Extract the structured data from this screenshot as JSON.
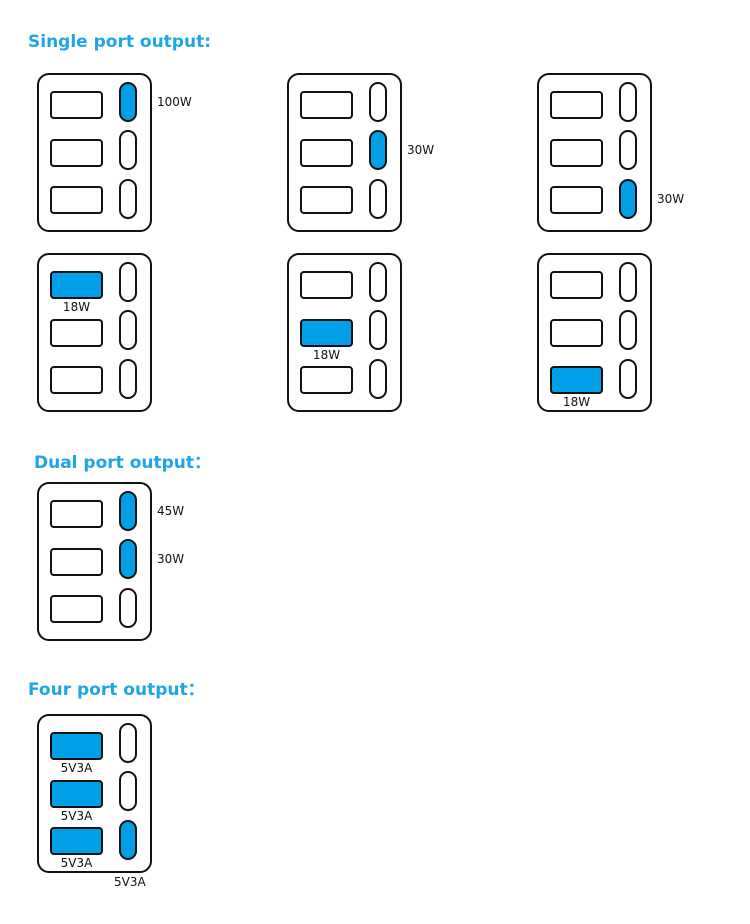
{
  "accent_color": "#009FE8",
  "heading_color": "#1EA5E6",
  "sections": [
    {
      "heading": "Single port output:",
      "chargers": [
        {
          "active": [
            "c1"
          ],
          "labels": [
            {
              "text": "100W",
              "anchor": "c1",
              "placement": "right"
            }
          ]
        },
        {
          "active": [
            "c2"
          ],
          "labels": [
            {
              "text": "30W",
              "anchor": "c2",
              "placement": "right"
            }
          ]
        },
        {
          "active": [
            "c3"
          ],
          "labels": [
            {
              "text": "30W",
              "anchor": "c3",
              "placement": "right"
            }
          ]
        },
        {
          "active": [
            "a1"
          ],
          "labels": [
            {
              "text": "18W",
              "anchor": "a1",
              "placement": "below"
            }
          ]
        },
        {
          "active": [
            "a2"
          ],
          "labels": [
            {
              "text": "18W",
              "anchor": "a2",
              "placement": "below"
            }
          ]
        },
        {
          "active": [
            "a3"
          ],
          "labels": [
            {
              "text": "18W",
              "anchor": "a3",
              "placement": "below"
            }
          ]
        }
      ]
    },
    {
      "heading": "Dual port output：",
      "chargers": [
        {
          "active": [
            "c1",
            "c2"
          ],
          "labels": [
            {
              "text": "45W",
              "anchor": "c1",
              "placement": "right"
            },
            {
              "text": "30W",
              "anchor": "c2",
              "placement": "right"
            }
          ]
        }
      ]
    },
    {
      "heading": "Four port output：",
      "chargers": [
        {
          "active": [
            "a1",
            "a2",
            "a3",
            "c3"
          ],
          "labels": [
            {
              "text": "5V3A",
              "anchor": "a1",
              "placement": "below"
            },
            {
              "text": "5V3A",
              "anchor": "a2",
              "placement": "below"
            },
            {
              "text": "5V3A",
              "anchor": "a3",
              "placement": "below"
            },
            {
              "text": "5V3A",
              "anchor": "c3",
              "placement": "below-outside"
            }
          ]
        }
      ]
    }
  ]
}
